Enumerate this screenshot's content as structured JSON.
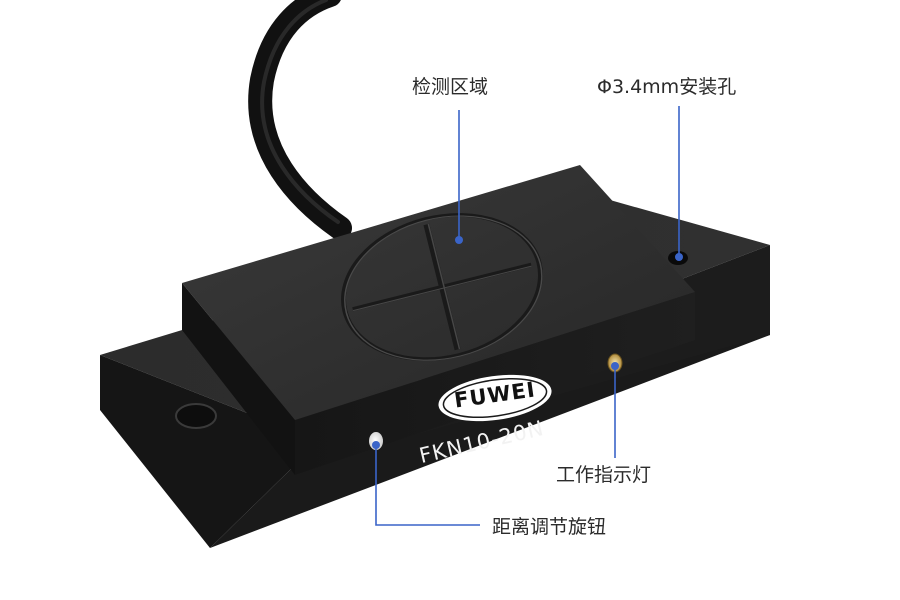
{
  "product": {
    "brand": "FUWEI",
    "model": "FKN10-20N"
  },
  "callouts": {
    "detection_area": "检测区域",
    "mounting_hole": "Φ3.4mm安装孔",
    "indicator_light": "工作指示灯",
    "distance_knob": "距离调节旋钮"
  },
  "colors": {
    "callout_line": "#3a64c8",
    "body": "#222222",
    "background": "#ffffff"
  }
}
